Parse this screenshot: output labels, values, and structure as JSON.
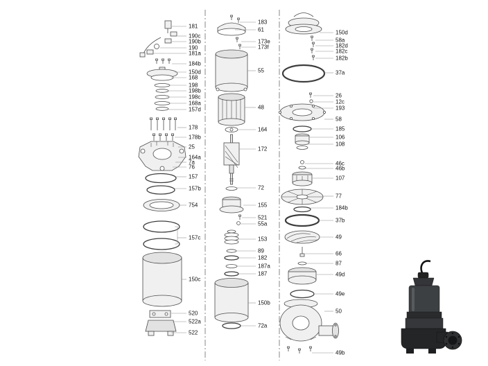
{
  "colors": {
    "ink": "#4a4a4a",
    "label_text": "#111111",
    "leader_line": "#909090",
    "photo_body_dark": "#2e3032"
  },
  "diagram": {
    "columns": [
      {
        "name": "cooling-jacket-assembly",
        "labels": [
          "181",
          "190c",
          "190b",
          "190",
          "181a",
          "184b",
          "150d",
          "168",
          "198",
          "198b",
          "198c",
          "168a",
          "157d",
          "178",
          "178b",
          "25",
          "164a",
          "7a",
          "76",
          "157",
          "157b",
          "754",
          "157c",
          "150c",
          "520",
          "522a",
          "522"
        ]
      },
      {
        "name": "motor-assembly",
        "labels": [
          "183",
          "61",
          "173e",
          "173f",
          "55",
          "48",
          "164",
          "172",
          "72",
          "155",
          "521",
          "55a",
          "153",
          "89",
          "182",
          "187a",
          "187",
          "150b",
          "72a"
        ]
      },
      {
        "name": "hydraulic-assembly",
        "labels": [
          "150d",
          "58a",
          "182d",
          "182c",
          "182b",
          "37a",
          "26",
          "12c",
          "193",
          "58",
          "185",
          "106",
          "108",
          "46c",
          "46b",
          "107",
          "77",
          "184b",
          "37b",
          "49",
          "66",
          "87",
          "49d",
          "49e",
          "50",
          "49b"
        ]
      }
    ]
  }
}
